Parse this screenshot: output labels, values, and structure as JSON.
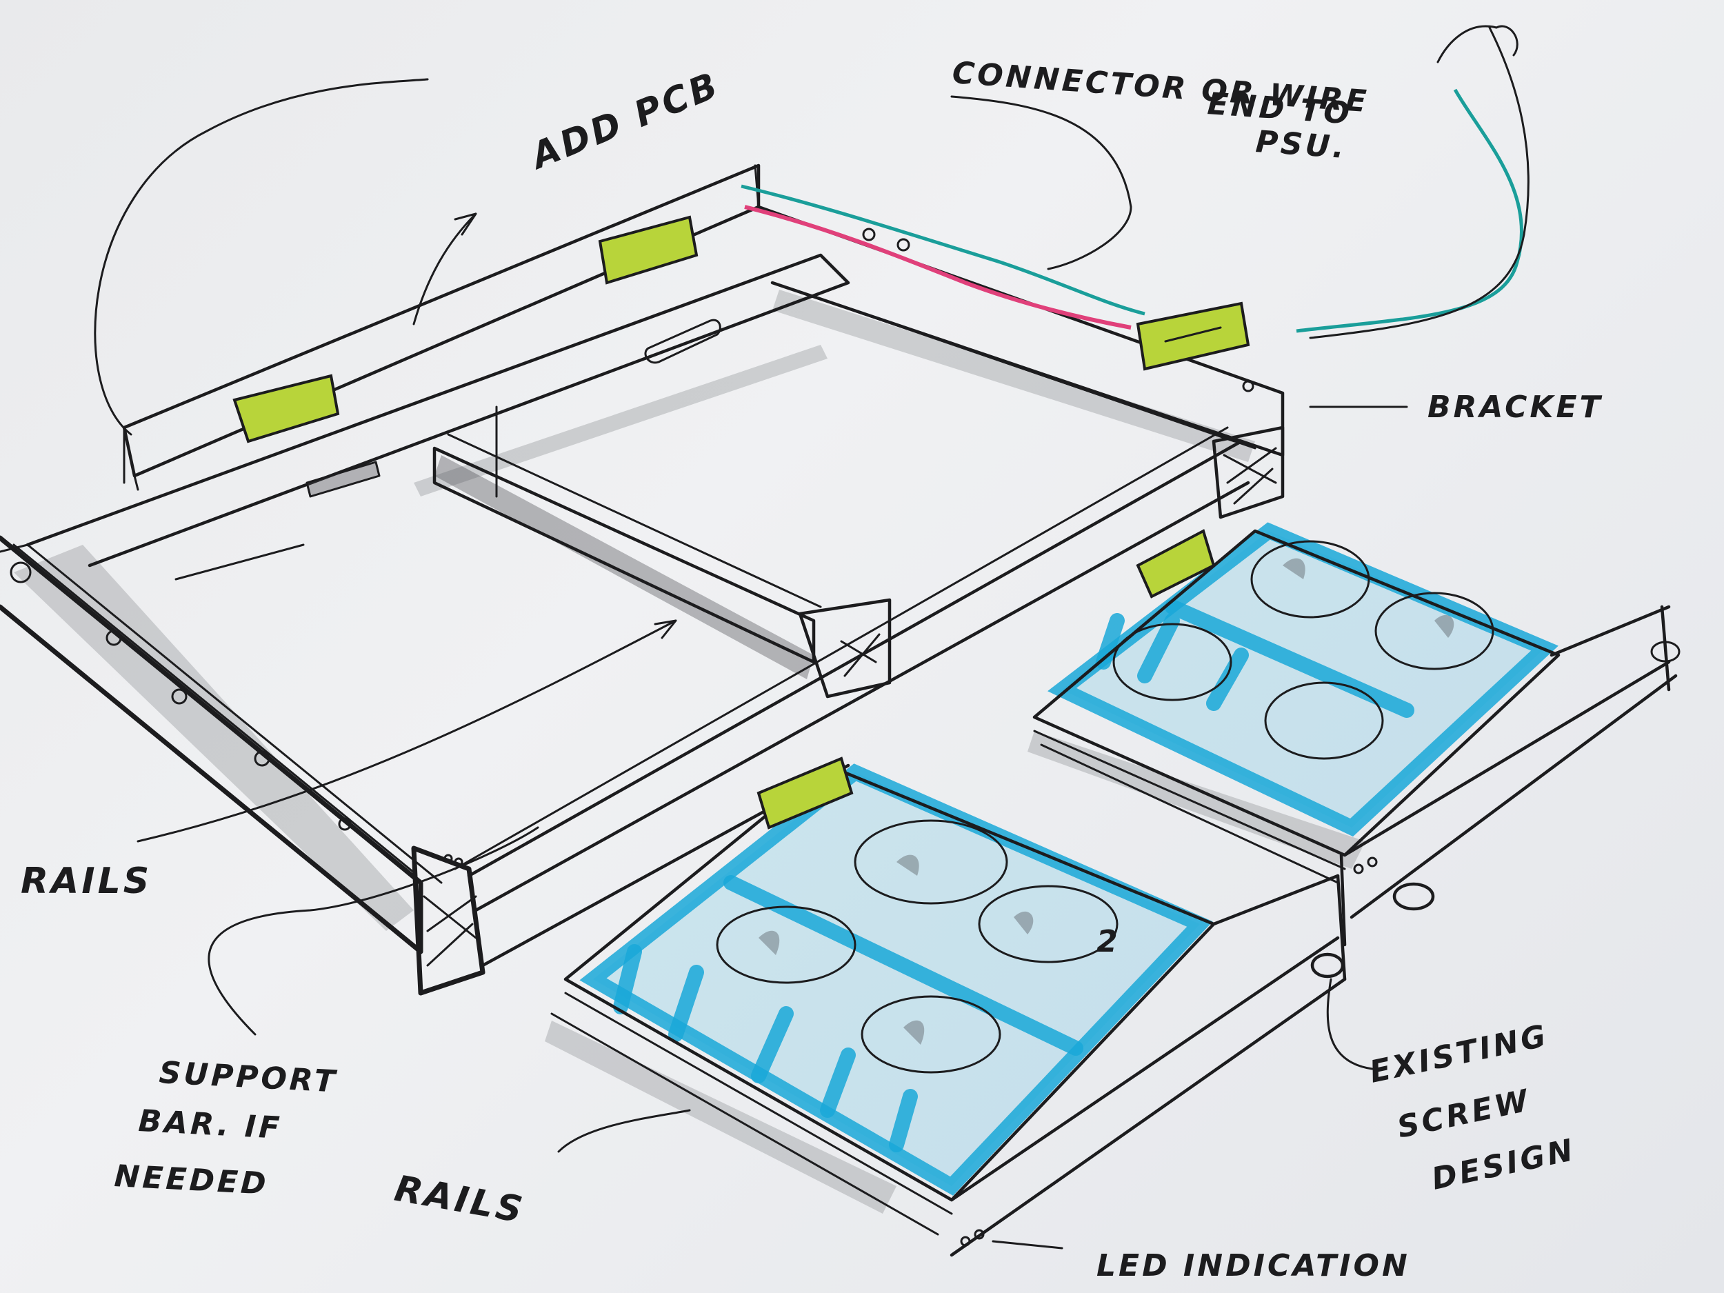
{
  "annotations": {
    "add_pcb": "ADD PCB",
    "connector": "CONNECTOR OR WIRE",
    "connector_line2": "END TO",
    "connector_line3": "PSU.",
    "bracket": "BRACKET",
    "rails_left": "RAILS",
    "support_bar_line1": "SUPPORT",
    "support_bar_line2": "BAR. IF",
    "support_bar_line3": "NEEDED",
    "rails_bottom": "RAILS",
    "existing_line1": "EXISTING",
    "existing_line2": "SCREW",
    "existing_line3": "DESIGN",
    "led_indication": "LED INDICATION",
    "module_mark": "2"
  },
  "colors": {
    "ink": "#1c1c1e",
    "highlight_lime": "#b8d43a",
    "marker_blue": "#1aa8d8",
    "wire_pink": "#e0407a",
    "wire_teal": "#1a9e9a",
    "paper": "#ecedef"
  }
}
